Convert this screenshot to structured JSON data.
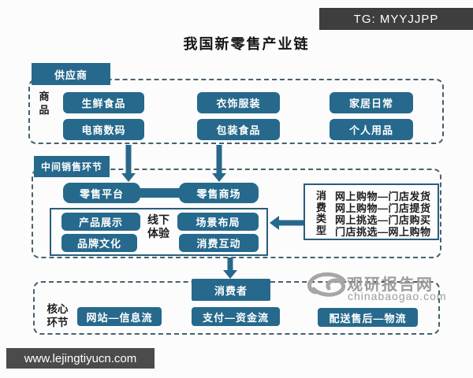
{
  "badge": {
    "text": "TG: MYYJJPP"
  },
  "title": "我国新零售产业链",
  "colors": {
    "teal": "#26698c",
    "border_teal": "#2a5d7a",
    "dash": "#47606d",
    "badge_bg": "#3e3e3e",
    "watermark_gray": "#9c9c9c"
  },
  "sections": {
    "supplier": {
      "header": "供应商",
      "side_label": "商品",
      "boxes": [
        "生鲜食品",
        "电商数码",
        "衣饰服装",
        "包装食品",
        "家居日常",
        "个人用品"
      ]
    },
    "middle": {
      "header": "中间销售环节",
      "retail_platform": "零售平台",
      "retail_mall": "零售商场",
      "offline": {
        "center_label": "线下体验",
        "items": [
          "产品展示",
          "品牌文化",
          "场景布局",
          "消费互动"
        ]
      },
      "consume_type": {
        "side_label": "消费类型",
        "lines": [
          "网上购物—门店发货",
          "网上购物—门店提货",
          "网上挑选—门店购买",
          "门店挑选—网上购物"
        ]
      }
    },
    "core": {
      "side_label": "核心环节",
      "consumer": "消费者",
      "boxes": [
        "网站—信息流",
        "支付—资金流",
        "配送售后—物流"
      ]
    }
  },
  "watermark": {
    "name": "观研报告网",
    "domain": "chinabaogao.com"
  },
  "footer": {
    "url": "www.lejingtiyucn.com"
  }
}
